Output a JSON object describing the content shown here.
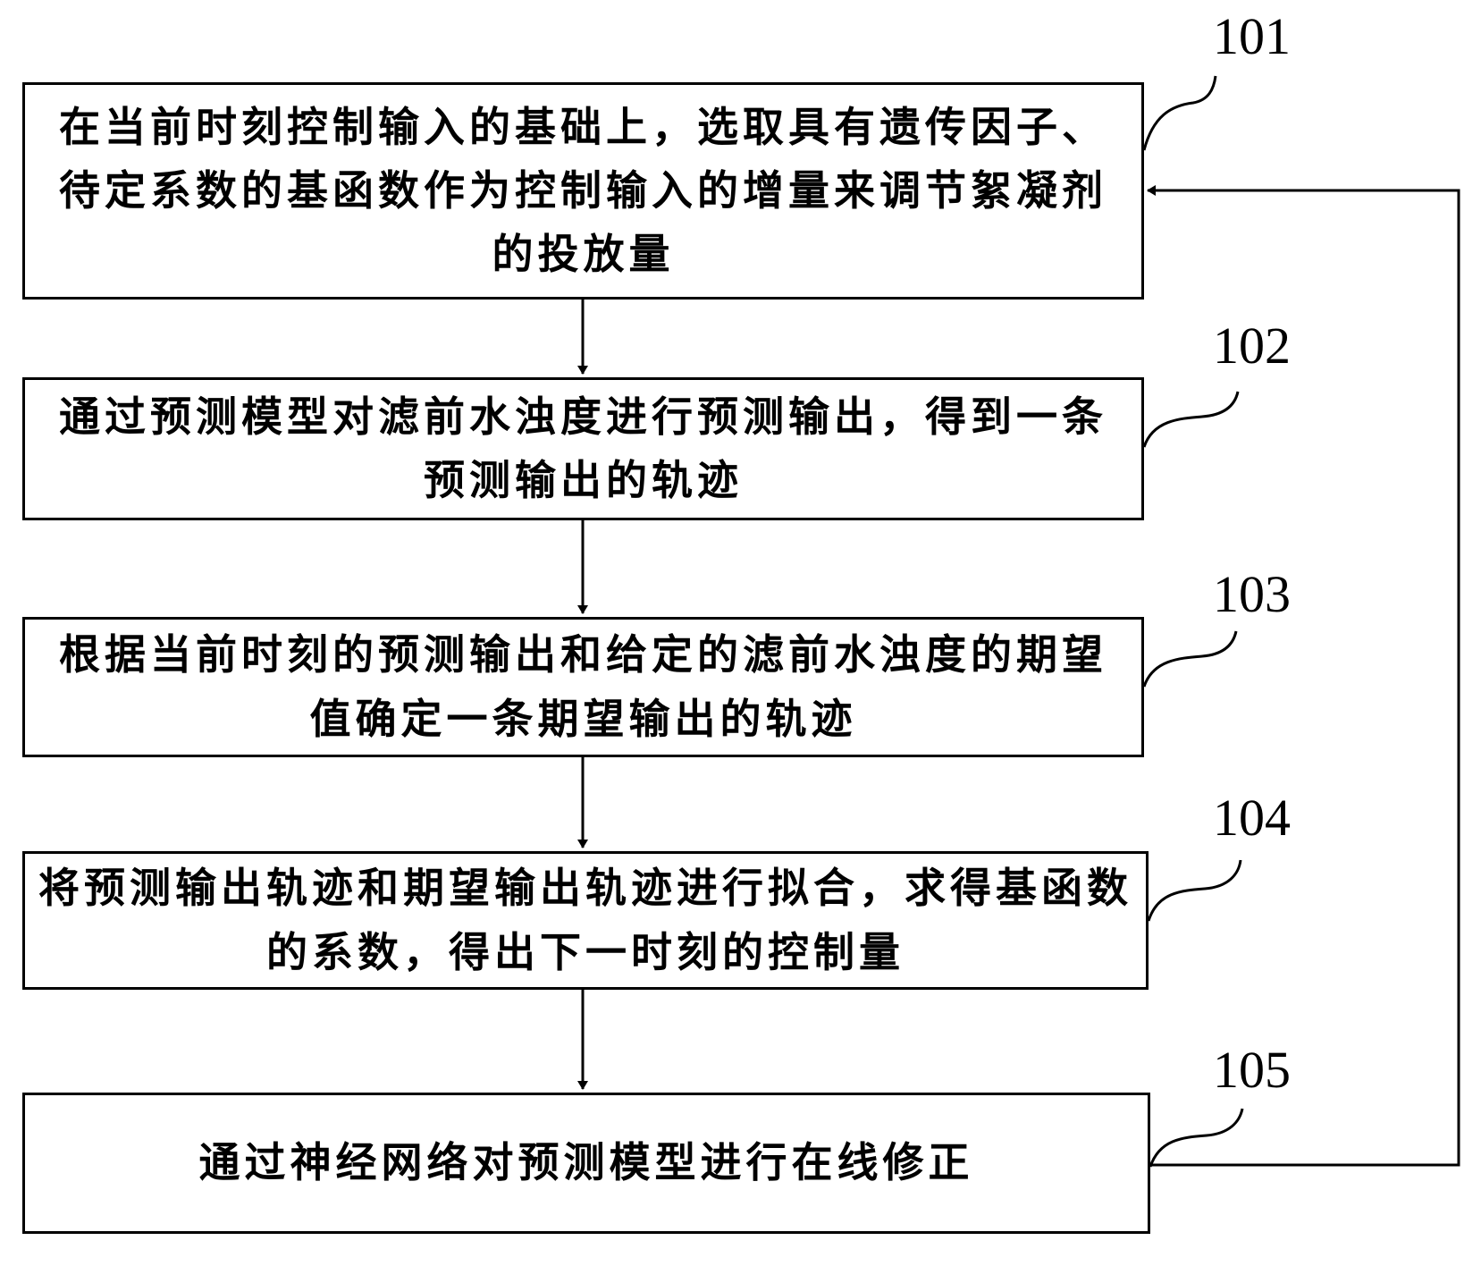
{
  "steps": [
    {
      "id": "101",
      "text": "在当前时刻控制输入的基础上，选取具有遗传因子、待定系数的基函数作为控制输入的增量来调节絮凝剂的投放量"
    },
    {
      "id": "102",
      "text": "通过预测模型对滤前水浊度进行预测输出，得到一条预测输出的轨迹"
    },
    {
      "id": "103",
      "text": "根据当前时刻的预测输出和给定的滤前水浊度的期望值确定一条期望输出的轨迹"
    },
    {
      "id": "104",
      "text": "将预测输出轨迹和期望输出轨迹进行拟合，求得基函数的系数，得出下一时刻的控制量"
    },
    {
      "id": "105",
      "text": "通过神经网络对预测模型进行在线修正"
    }
  ]
}
